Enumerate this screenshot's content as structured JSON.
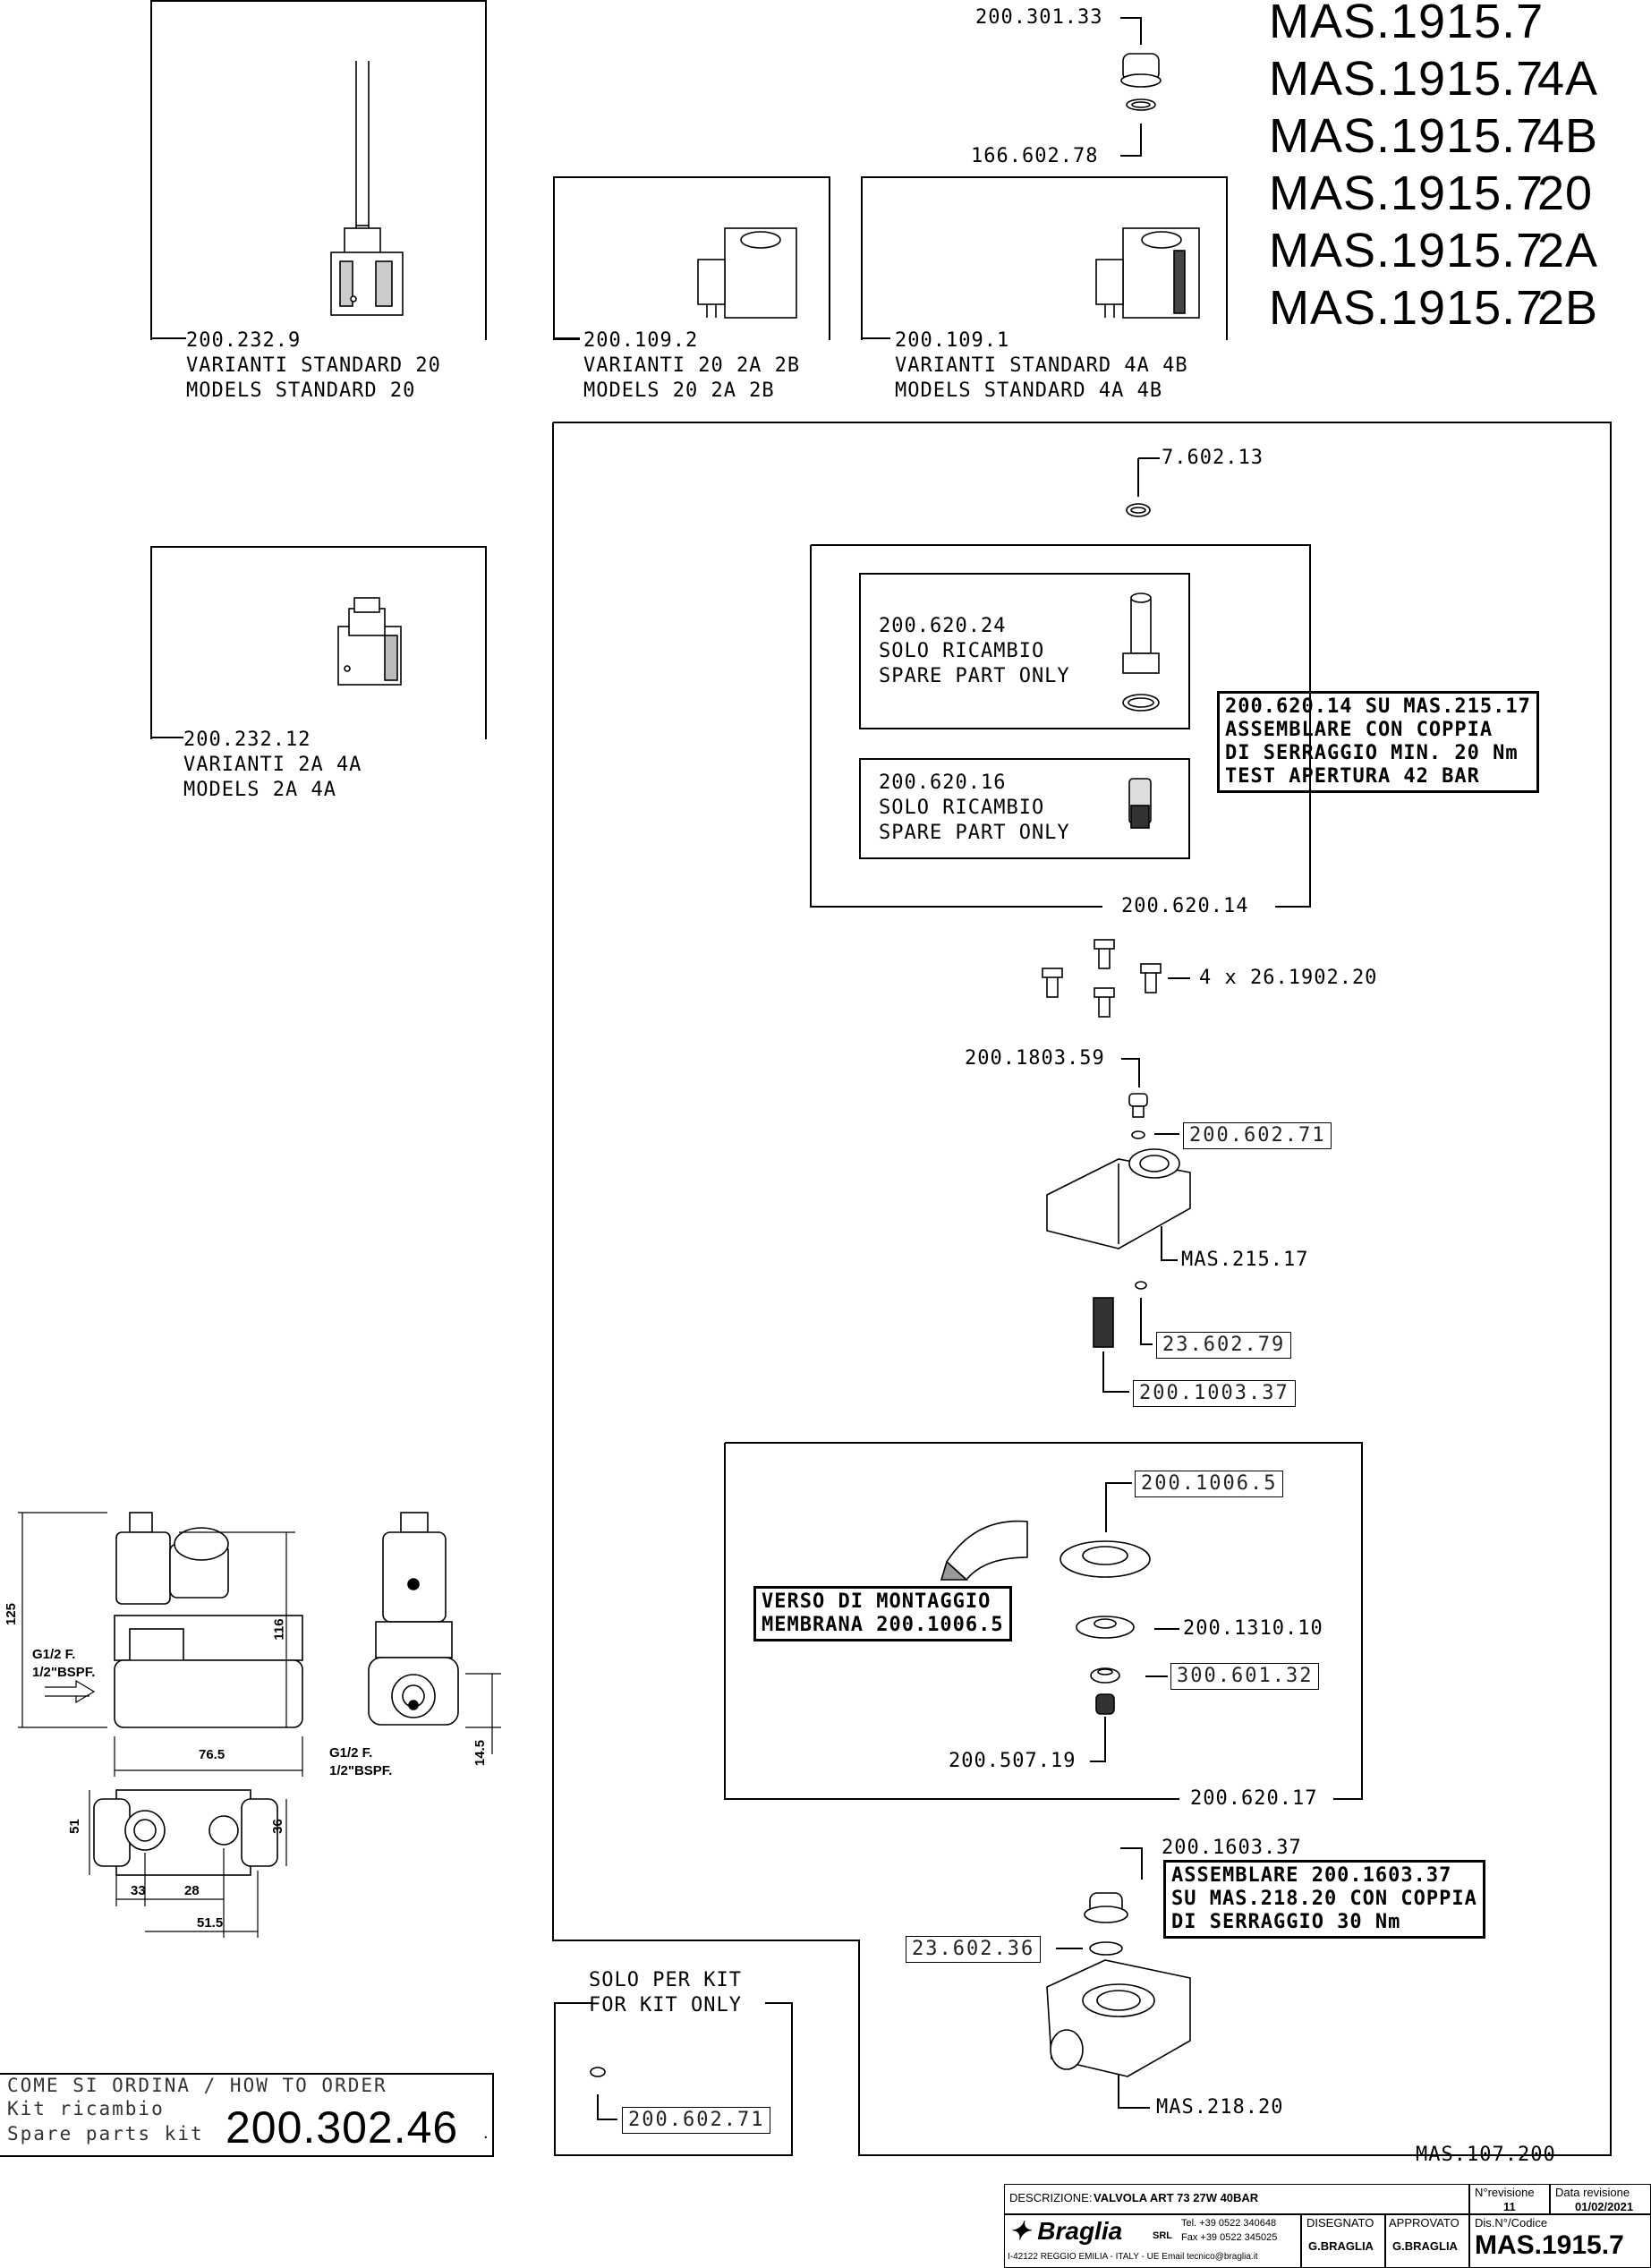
{
  "models": [
    {
      "base": "MAS.1915.7",
      "suffix": ""
    },
    {
      "base": "MAS.1915.7",
      "suffix": "4A"
    },
    {
      "base": "MAS.1915.7",
      "suffix": "4B"
    },
    {
      "base": "MAS.1915.7",
      "suffix": "20"
    },
    {
      "base": "MAS.1915.7",
      "suffix": "2A"
    },
    {
      "base": "MAS.1915.7",
      "suffix": "2B"
    }
  ],
  "coils": [
    {
      "code": "200.232.9",
      "line1": "VARIANTI STANDARD 20",
      "line2": "MODELS STANDARD 20"
    },
    {
      "code": "200.109.2",
      "line1": "VARIANTI 20 2A 2B",
      "line2": "MODELS 20 2A 2B"
    },
    {
      "code": "200.109.1",
      "line1": "VARIANTI STANDARD 4A 4B",
      "line2": "MODELS STANDARD 4A 4B"
    },
    {
      "code": "200.232.12",
      "line1": "VARIANTI 2A 4A",
      "line2": "MODELS 2A 4A"
    }
  ],
  "parts": {
    "nut": "200.301.33",
    "oring_top": "166.602.78",
    "oring_7": "7.602.13",
    "spare1_code": "200.620.24",
    "spare1_l1": "SOLO RICAMBIO",
    "spare1_l2": "SPARE PART ONLY",
    "spare2_code": "200.620.16",
    "spare2_l1": "SOLO RICAMBIO",
    "spare2_l2": "SPARE PART ONLY",
    "group_620_14": "200.620.14",
    "screws": "4 x 26.1902.20",
    "plug": "200.1803.59",
    "oring_71": "200.602.71",
    "body_215": "MAS.215.17",
    "oring_79": "23.602.79",
    "spring": "200.1003.37",
    "membrane": "200.1006.5",
    "disc": "200.1310.10",
    "oring_32": "300.601.32",
    "insert": "200.507.19",
    "group_620_17": "200.620.17",
    "seat": "200.1603.37",
    "oring_36": "23.602.36",
    "body_218": "MAS.218.20",
    "main_group": "MAS.107.200",
    "kit_oring": "200.602.71"
  },
  "notes": {
    "torque20": [
      "200.620.14 SU MAS.215.17",
      "ASSEMBLARE CON COPPIA",
      "DI SERRAGGIO MIN. 20 Nm",
      "TEST APERTURA 42 BAR"
    ],
    "membrane_dir": [
      "VERSO DI MONTAGGIO",
      "MEMBRANA 200.1006.5"
    ],
    "torque30": [
      "ASSEMBLARE 200.1603.37",
      "SU MAS.218.20 CON COPPIA",
      "DI SERRAGGIO 30 Nm"
    ]
  },
  "kit_only": {
    "l1": "SOLO PER KIT",
    "l2": "FOR KIT ONLY"
  },
  "dimensions": {
    "h125": "125",
    "h116": "116",
    "w765": "76.5",
    "h145": "14.5",
    "w51": "51",
    "w36": "36",
    "w33": "33",
    "w28": "28",
    "w515": "51.5",
    "thread1a": "G1/2 F.",
    "thread1b": "1/2\"BSPF.",
    "thread2a": "G1/2 F.",
    "thread2b": "1/2\"BSPF."
  },
  "order": {
    "title": "COME SI ORDINA / HOW TO ORDER",
    "l1": "Kit ricambio",
    "l2": "Spare parts kit",
    "code": "200.302.46",
    "dot": "."
  },
  "titleblock": {
    "desc_label": "DESCRIZIONE:",
    "desc_value": "VALVOLA ART 73 27W 40BAR",
    "rev_label": "N°revisione",
    "rev_value": "11",
    "date_label": "Data revisione",
    "date_value": "01/02/2021",
    "brand": "Braglia",
    "brand_suffix": "SRL",
    "tel": "Tel. +39 0522 340648",
    "fax": "Fax +39 0522 345025",
    "address": "I-42122 REGGIO EMILIA - ITALY - UE Email tecnico@braglia.it",
    "drawn_label": "DISEGNATO",
    "drawn_value": "G.BRAGLIA",
    "approved_label": "APPROVATO",
    "approved_value": "G.BRAGLIA",
    "code_label": "Dis.N°/Codice",
    "code_value": "MAS.1915.7"
  }
}
